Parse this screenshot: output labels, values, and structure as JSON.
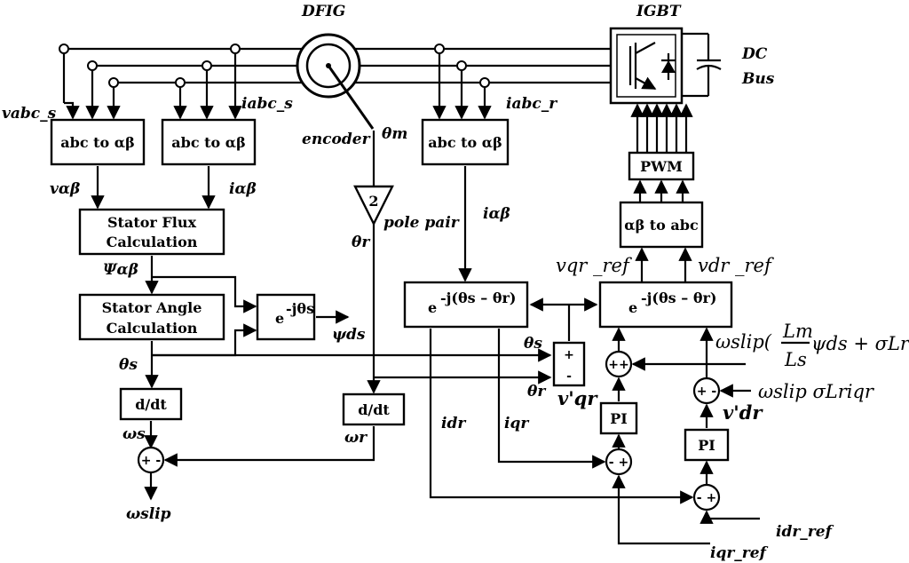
{
  "labels": {
    "dfig": "DFIG",
    "igbt": "IGBT",
    "dc_bus_1": "DC",
    "dc_bus_2": "Bus",
    "vabc_s": "vabc_s",
    "iabc_s": "iabc_s",
    "iabc_r": "iabc_r",
    "encoder": "encoder",
    "theta_m": "θm",
    "v_alpha_beta": "vαβ",
    "i_alpha_beta_s": "iαβ",
    "i_alpha_beta_r": "iαβ",
    "psi_alpha_beta": "Ψαβ",
    "psi_ds": "ψds",
    "pole_pair": "pole pair",
    "theta_r_1": "θr",
    "theta_r_2": "θr",
    "theta_s_1": "θs",
    "theta_s_2": "θs",
    "omega_s": "ωs",
    "omega_r": "ωr",
    "omega_slip": "ωslip",
    "vqr_ref": "vqr _ref",
    "vdr_ref": "vdr _ref",
    "v_qr_prime": "v'qr",
    "v_dr_prime": "v'dr",
    "idr": "idr",
    "iqr": "iqr",
    "idr_ref": "idr_ref",
    "iqr_ref": "iqr_ref",
    "ff_d_pre": "ωslip(",
    "ff_d_num": "Lm",
    "ff_d_den": "Ls",
    "ff_d_post": "ψds + σLridr)",
    "ff_q": "ωslip σLriqr"
  },
  "blocks": {
    "abc_ab_1": "abc to αβ",
    "abc_ab_2": "abc to αβ",
    "abc_ab_3": "abc to αβ",
    "stator_flux_1": "Stator Flux",
    "stator_flux_2": "Calculation",
    "stator_angle_1": "Stator Angle",
    "stator_angle_2": "Angle Calculation",
    "stator_angle_2b": "Calculation",
    "exp_theta_base": "e",
    "exp_theta_sup": "-jθs",
    "exp_mid_base": "e",
    "exp_mid_sup": "-j(θs – θr)",
    "exp_right_base": "e",
    "exp_right_sup": "-j(θs – θr)",
    "ddt_1": "d/dt",
    "ddt_2": "d/dt",
    "gain": "2",
    "pwm": "PWM",
    "ab_abc": "αβ to abc",
    "pi_1": "PI",
    "pi_2": "PI"
  },
  "sums": {
    "slip": "+ -",
    "theta": [
      "+",
      "-"
    ],
    "vq": "++",
    "vd": "+ -",
    "iq": "- +",
    "id": "- +"
  }
}
